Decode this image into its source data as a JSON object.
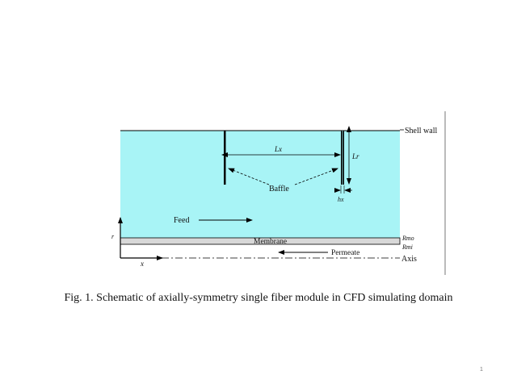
{
  "diagram": {
    "labels": {
      "shell_wall": "Shell wall",
      "lx": "Lx",
      "lr": "Lr",
      "baffle": "Baffle",
      "hx": "hx",
      "feed": "Feed",
      "membrane": "Membrane",
      "permeate": "Permeate",
      "axis": "Axis",
      "rmo": "Rmo",
      "rmi": "Rmi",
      "r_axis": "r",
      "x_axis": "x"
    },
    "colors": {
      "feed_region": "#a8f4f6",
      "membrane": "#d8d8d8",
      "lines": "#000000"
    }
  },
  "caption": "Fig. 1. Schematic of axially-symmetry single fiber module in CFD simulating domain",
  "page_number": "1"
}
